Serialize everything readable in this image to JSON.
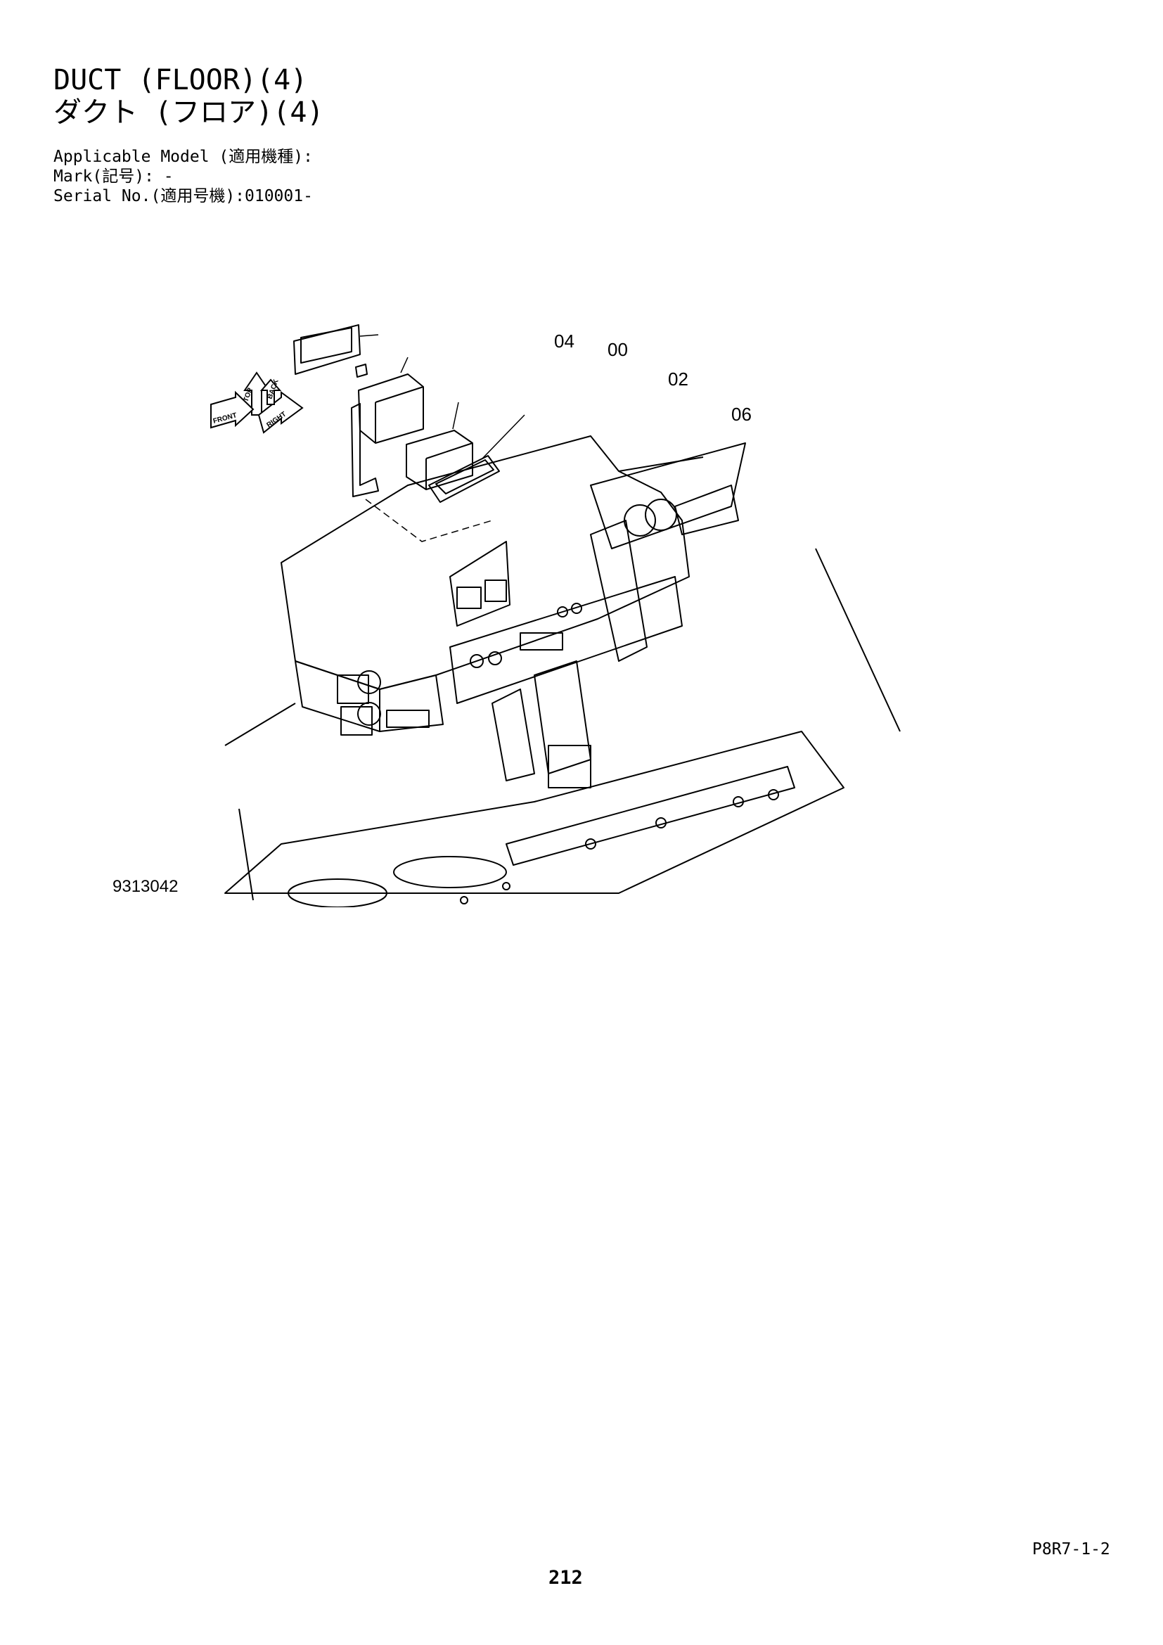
{
  "header": {
    "title_en": "DUCT (FLOOR)(4)",
    "title_jp": "ダクト (フロア)(4)",
    "applicable_model": "Applicable Model (適用機種):",
    "mark": "Mark(記号): -",
    "serial": "Serial No.(適用号機):010001-"
  },
  "callouts": {
    "c04": "04",
    "c00": "00",
    "c02": "02",
    "c06": "06"
  },
  "orientation_icon": {
    "top": "TOP",
    "back": "BACK",
    "front": "FRONT",
    "right": "RIGHT"
  },
  "figure_number": "9313042",
  "footer": {
    "page_code": "P8R7-1-2",
    "page_number": "212"
  }
}
